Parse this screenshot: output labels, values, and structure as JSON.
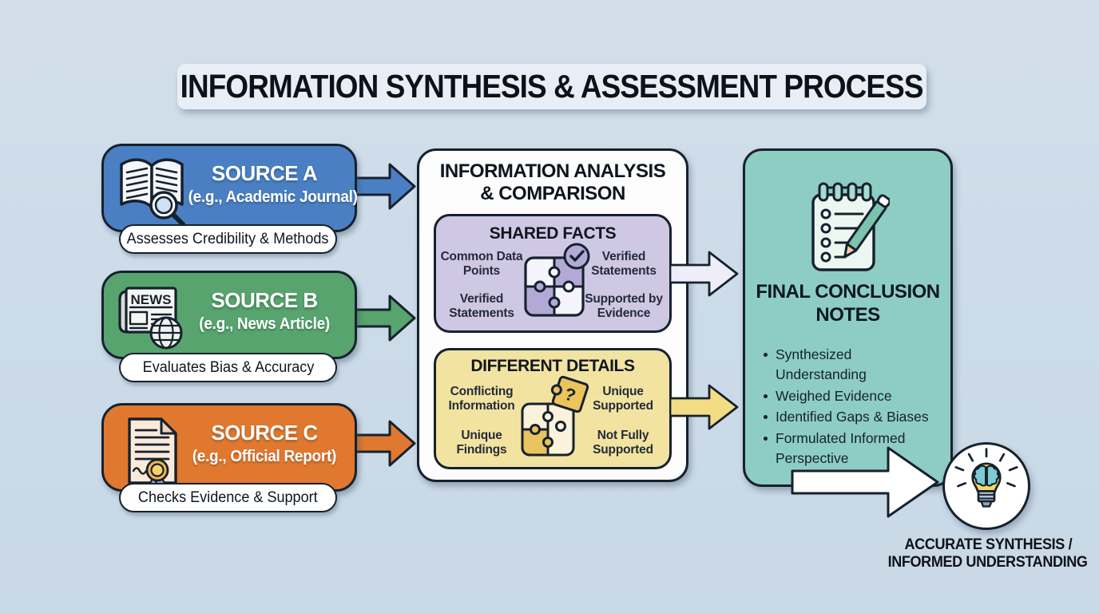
{
  "title": "INFORMATION SYNTHESIS & ASSESSMENT PROCESS",
  "sources": [
    {
      "name": "SOURCE A",
      "example": "(e.g., Academic Journal)",
      "badge": "Assesses Credibility & Methods",
      "icon": "book-magnifier-icon"
    },
    {
      "name": "SOURCE B",
      "example": "(e.g., News Article)",
      "badge": "Evaluates Bias & Accuracy",
      "icon": "newspaper-globe-icon",
      "icon_text": "NEWS"
    },
    {
      "name": "SOURCE C",
      "example": "(e.g., Official Report)",
      "badge": "Checks Evidence & Support",
      "icon": "certified-document-icon"
    }
  ],
  "analysis": {
    "title_line1": "INFORMATION ANALYSIS",
    "title_line2": "& COMPARISON",
    "shared_facts": {
      "title": "SHARED FACTS",
      "items": [
        "Common Data Points",
        "Verified Statements",
        "Verified Statements",
        "Supported by Evidence"
      ]
    },
    "different_details": {
      "title": "DIFFERENT DETAILS",
      "question_glyph": "?",
      "items": [
        "Conflicting Information",
        "Unique Supported",
        "Unique Findings",
        "Not Fully Supported"
      ]
    }
  },
  "conclusion": {
    "title_line1": "FINAL CONCLUSION",
    "title_line2": "NOTES",
    "bullets": [
      "Synthesized Understanding",
      "Weighed Evidence",
      "Identified Gaps & Biases",
      "Formulated Informed Perspective"
    ]
  },
  "outcome": {
    "line1": "ACCURATE SYNTHESIS /",
    "line2": "INFORMED UNDERSTANDING"
  },
  "colors": {
    "background": "#ccdbe8",
    "title_panel": "#e8eef6",
    "ink_border": "#16212e",
    "source_a_blue": "#4a80c3",
    "source_b_green": "#57a46f",
    "source_c_orange": "#e0792f",
    "analysis_panel": "#fdfdfe",
    "shared_facts_purple": "#cfc8e5",
    "puzzle_purple": "#b3a9d5",
    "different_details_yellow": "#f3e3a1",
    "puzzle_gold": "#e8c45e",
    "conclusion_teal": "#8ecdc4",
    "arrow_shared": "#efedf8",
    "arrow_different": "#f3dd84",
    "bulb_yellow": "#f7d95f",
    "brain_teal": "#7ccdd3"
  }
}
